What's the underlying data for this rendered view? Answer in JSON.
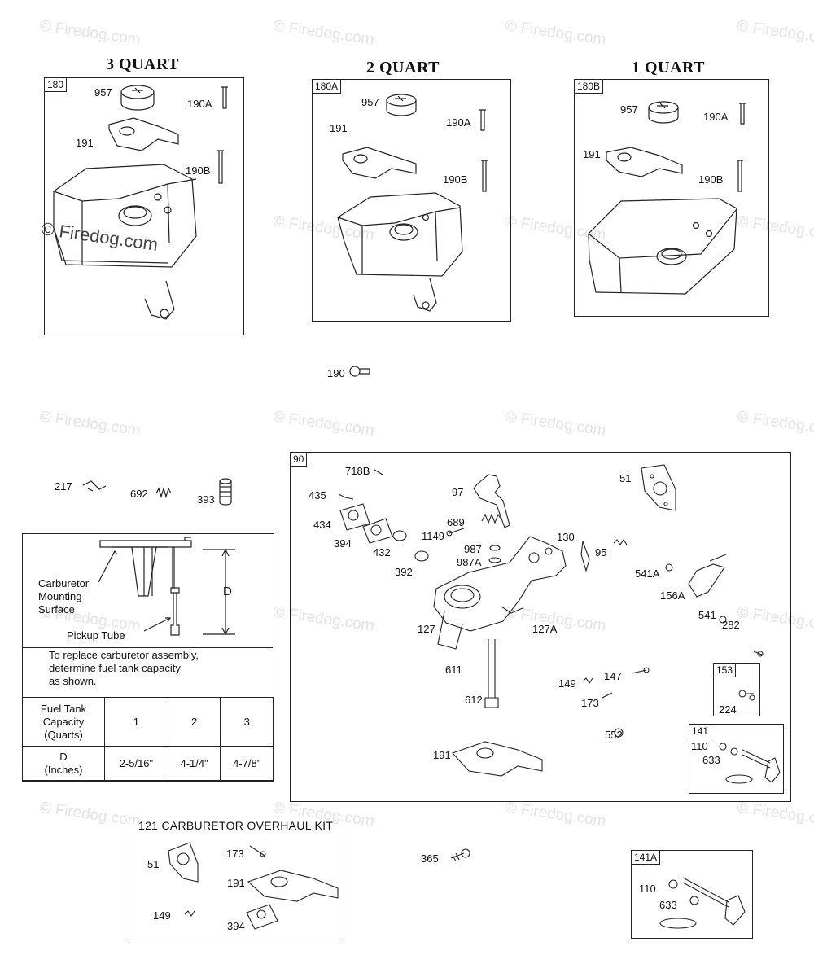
{
  "watermark": "© Firedog.com",
  "tanks": {
    "q3": {
      "title": "3 QUART",
      "tag": "180",
      "cap": "957",
      "gasket": "191",
      "screw_a": "190A",
      "screw_b": "190B"
    },
    "q2": {
      "title": "2 QUART",
      "tag": "180A",
      "cap": "957",
      "gasket": "191",
      "screw_a": "190A",
      "screw_b": "190B"
    },
    "q1": {
      "title": "1 QUART",
      "tag": "180B",
      "cap": "957",
      "gasket": "191",
      "screw_a": "190A",
      "screw_b": "190B"
    }
  },
  "loose_parts": {
    "p190": "190",
    "p217": "217",
    "p692": "692",
    "p393": "393",
    "p365": "365"
  },
  "measure": {
    "carb_surface": "Carburetor\nMounting\nSurface",
    "pickup_tube": "Pickup Tube",
    "d_label": "D",
    "note": "To replace carburetor assembly,\ndetermine fuel tank capacity\nas shown.",
    "table": {
      "row1_header": "Fuel Tank\nCapacity\n(Quarts)",
      "row2_header": "D\n(Inches)",
      "cols": [
        "1",
        "2",
        "3"
      ],
      "values": [
        "2-5/16\"",
        "4-1/4\"",
        "4-7/8\""
      ]
    }
  },
  "carb": {
    "tag": "90",
    "labels": {
      "l718B": "718B",
      "l97": "97",
      "l51": "51",
      "l435": "435",
      "l434": "434",
      "l394": "394",
      "l689": "689",
      "l1149": "1149",
      "l987": "987",
      "l987A": "987A",
      "l432": "432",
      "l392": "392",
      "l130": "130",
      "l95": "95",
      "l541A": "541A",
      "l156A": "156A",
      "l541": "541",
      "l282": "282",
      "l127": "127",
      "l127A": "127A",
      "l611": "611",
      "l612": "612",
      "l149": "149",
      "l147": "147",
      "l173": "173",
      "l552": "552",
      "l191": "191"
    },
    "sub153": {
      "tag": "153",
      "part": "224"
    },
    "sub141": {
      "tag": "141",
      "p110": "110",
      "p633": "633"
    }
  },
  "kit121": {
    "title": "121 CARBURETOR OVERHAUL KIT",
    "labels": {
      "l51": "51",
      "l173": "173",
      "l191": "191",
      "l149": "149",
      "l394": "394"
    }
  },
  "sub141A": {
    "tag": "141A",
    "p110": "110",
    "p633": "633"
  }
}
